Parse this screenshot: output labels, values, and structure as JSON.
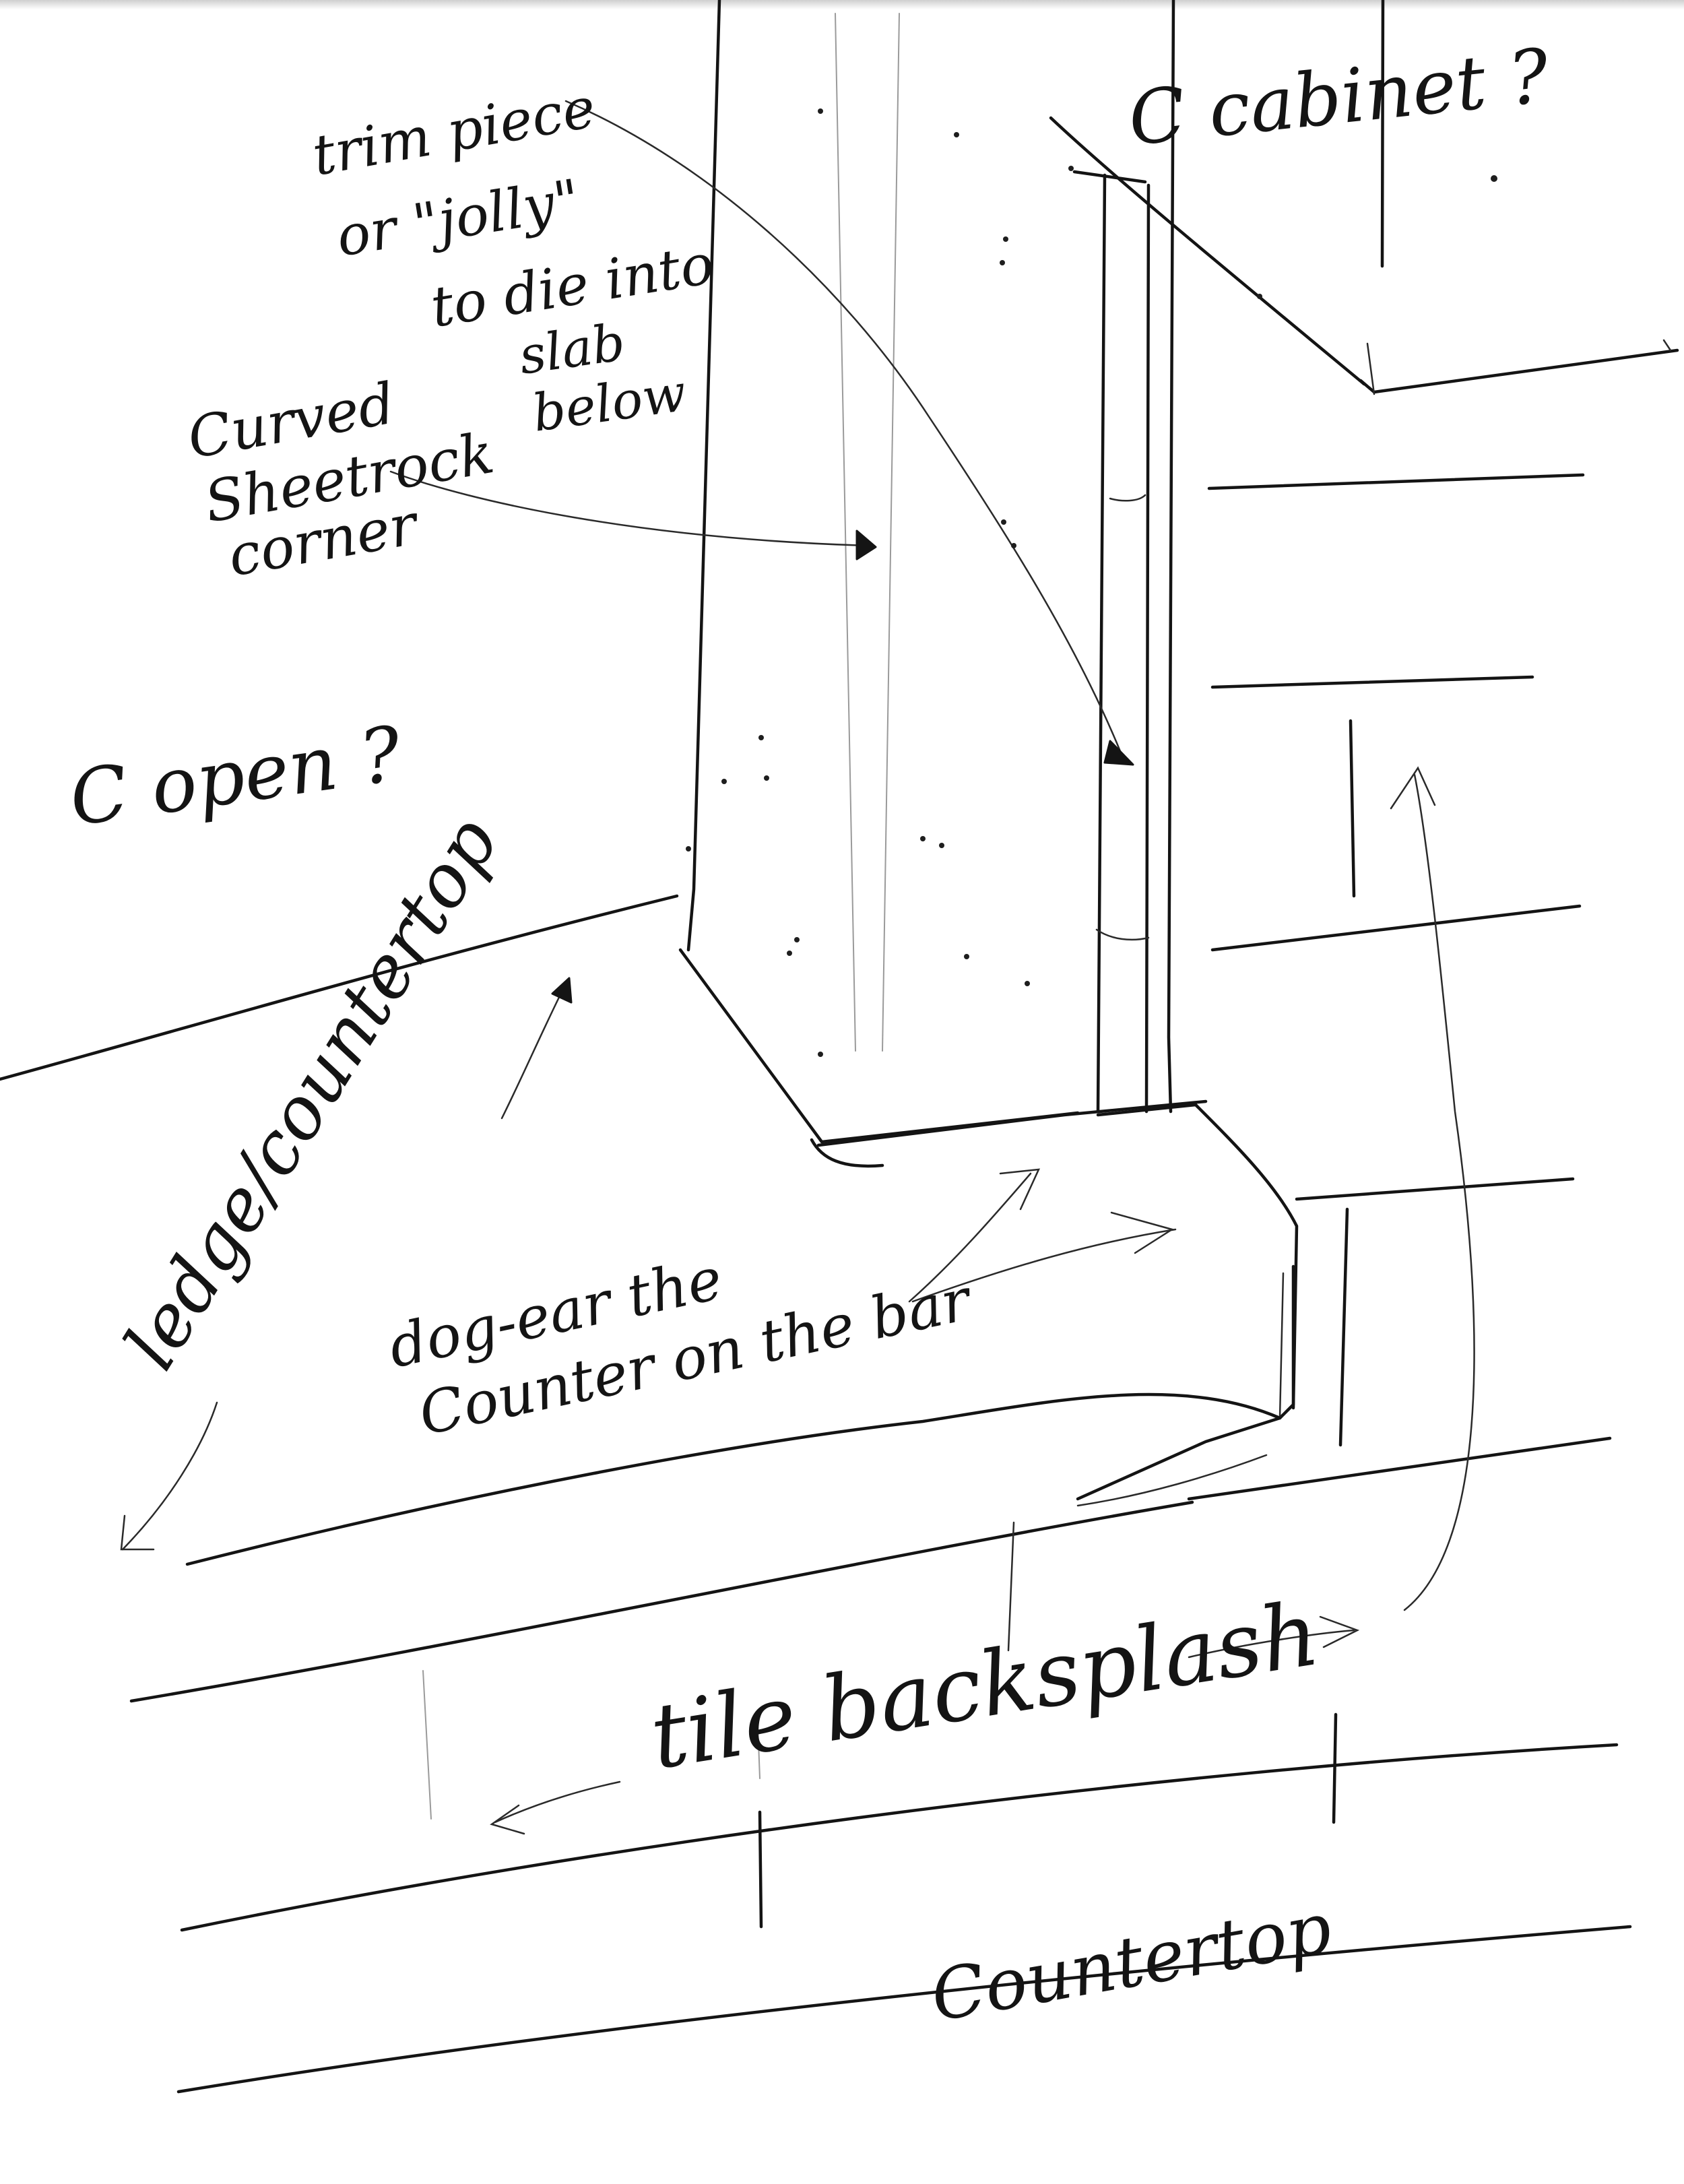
{
  "labels": {
    "trim_piece": [
      "trim piece",
      "or \"jolly\"",
      "to die into",
      "slab",
      "below"
    ],
    "cabinet": "C cabinet ?",
    "curved_corner": [
      "Curved",
      "Sheetrock",
      "corner"
    ],
    "open": "C open ?",
    "ledge": "ledge/countertop",
    "dog_ear": [
      "dog-ear the",
      "Counter on the bar"
    ],
    "backsplash": "tile backsplash",
    "countertop": "Countertop"
  }
}
